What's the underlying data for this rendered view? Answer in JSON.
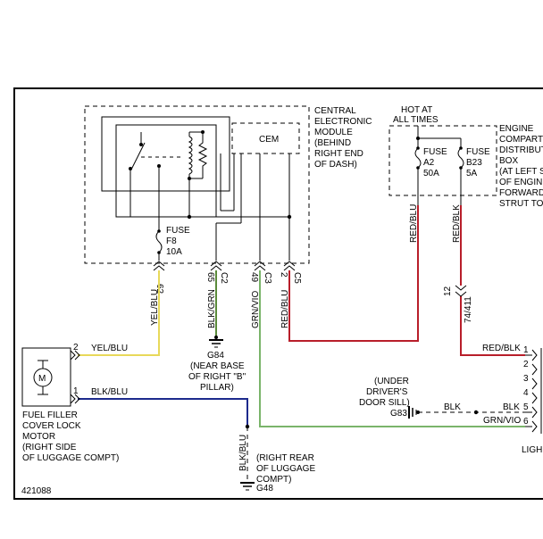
{
  "cem": {
    "title_lines": [
      "CENTRAL",
      "ELECTRONIC",
      "MODULE",
      "(BEHIND",
      "RIGHT END",
      "OF DASH)"
    ],
    "label": "CEM",
    "fuse_lines": [
      "FUSE",
      "F8",
      "10A"
    ]
  },
  "engine_box": {
    "hot_lines": [
      "HOT AT",
      "ALL TIMES"
    ],
    "title_lines": [
      "ENGINE",
      "COMPARTMENT",
      "DISTRIBUTION",
      "BOX",
      "(AT LEFT SIDE",
      "OF ENGINE",
      "FORWARD OF",
      "STRUT TOWER)"
    ],
    "fuse_a2": [
      "FUSE",
      "A2",
      "50A"
    ],
    "fuse_b23": [
      "FUSE",
      "B23",
      "5A"
    ]
  },
  "pins": {
    "c6_num": "62",
    "c2_num": "65",
    "c2": "C2",
    "c3_num": "49",
    "c3": "C3",
    "c5_num": "2",
    "c5": "C5",
    "conn12": "12",
    "conn74": "74/411"
  },
  "wires": {
    "yel_blu": "YEL/BLU",
    "blk_grn": "BLK/GRN",
    "grn_vio": "GRN/VIO",
    "red_blu": "RED/BLU",
    "red_blk": "RED/BLK",
    "blk_blu": "BLK/BLU",
    "blk": "BLK"
  },
  "motor": {
    "symbol": "M",
    "pin2": "2",
    "pin1": "1",
    "label_lines": [
      "FUEL FILLER",
      "COVER LOCK",
      "MOTOR",
      "(RIGHT SIDE",
      "OF LUGGAGE COMPT)"
    ]
  },
  "grounds": {
    "g84": "G84",
    "g84_lines": [
      "(NEAR BASE",
      "OF RIGHT \"B\"",
      "PILLAR)"
    ],
    "g83_lines": [
      "(UNDER",
      "DRIVER'S",
      "DOOR SILL)"
    ],
    "g83": "G83",
    "g48": "G48",
    "g48_lines": [
      "(RIGHT REAR",
      "OF LUGGAGE",
      "COMPT)"
    ]
  },
  "light_module": {
    "pins": [
      "1",
      "2",
      "3",
      "4",
      "5",
      "6"
    ],
    "label": "LIGH"
  },
  "figure_id": "421088",
  "colors": {
    "yel_blu": "#e8d95a",
    "blk_grn": "#5a8a3a",
    "grn_vio": "#7ab46a",
    "red_blu": "#b81e2a",
    "red_blk": "#b81e2a",
    "blk_blu": "#1c2a8c",
    "blk": "#111111",
    "border": "#000000"
  }
}
